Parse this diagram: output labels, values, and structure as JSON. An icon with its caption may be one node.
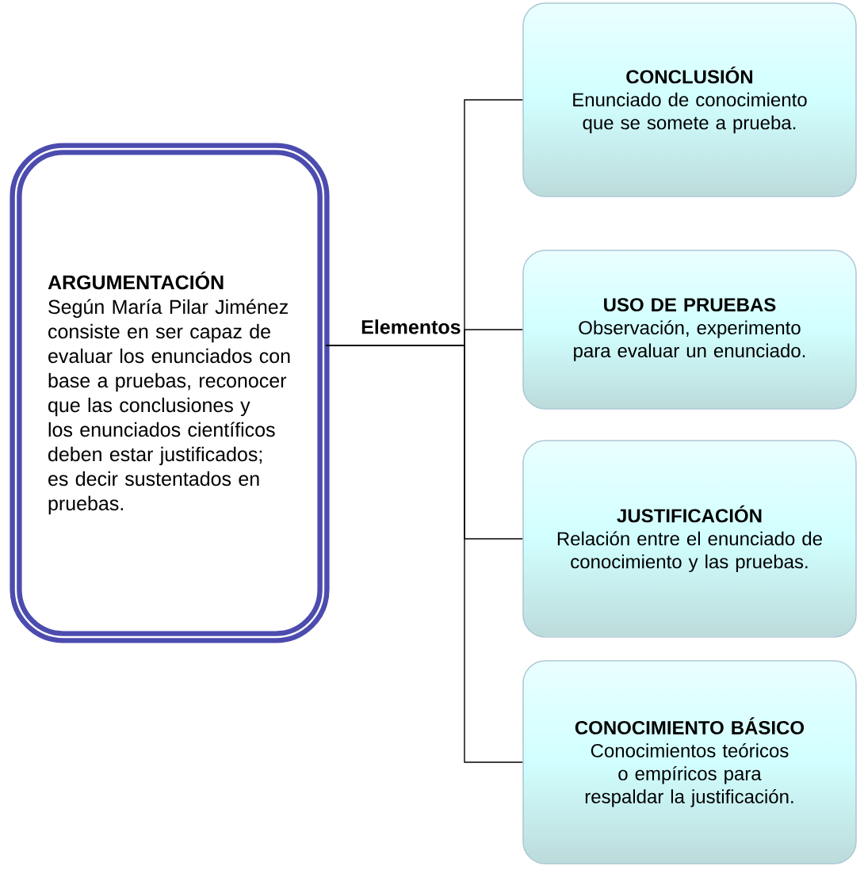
{
  "diagram": {
    "nodes": [
      {
        "text": [
          "ARGUMENTACIÓN",
          "Según María Pilar Jiménez consiste en ser capaz de evaluar los enunciados con base a pruebas, reconocer que las conclusiones y los enunciados científicos deben estar justificados; es decir sustentados en pruebas."
        ]
      },
      {
        "text": [
          "CONCLUSIÓN",
          "Enunciado de conocimiento que se somete a prueba."
        ]
      },
      {
        "text": [
          "USO DE PRUEBAS",
          "Observación, experimento para evaluar un enunciado."
        ]
      },
      {
        "text": [
          "JUSTIFICACIÓN",
          "Relación entre el enunciado de conocimiento y las pruebas."
        ]
      },
      {
        "text": [
          "CONOCIMIENTO BÁSICO",
          "Conocimientos teóricos o empíricos para respaldar la justificación."
        ]
      }
    ],
    "edges": [
      {
        "from": 0,
        "to": 1,
        "arrow": "none"
      },
      {
        "from": 0,
        "to": 2,
        "arrow": "none"
      },
      {
        "from": 0,
        "to": 3,
        "arrow": "none"
      },
      {
        "from": 0,
        "to": 4,
        "arrow": "none"
      }
    ],
    "labels": [
      "Elementos"
    ]
  }
}
